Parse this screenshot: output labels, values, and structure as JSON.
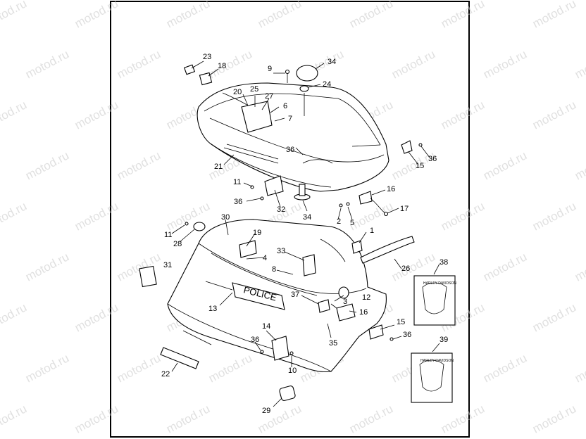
{
  "watermark": "motod.ru",
  "decal_text": "POLICE",
  "callouts": [
    "1",
    "2",
    "3",
    "4",
    "5",
    "6",
    "7",
    "8",
    "9",
    "10",
    "11",
    "11",
    "12",
    "13",
    "14",
    "15",
    "15",
    "16",
    "16",
    "17",
    "18",
    "19",
    "20",
    "21",
    "22",
    "23",
    "24",
    "25",
    "26",
    "27",
    "28",
    "29",
    "30",
    "31",
    "32",
    "33",
    "34",
    "34",
    "35",
    "36",
    "36",
    "36",
    "36",
    "36",
    "37",
    "38",
    "39"
  ],
  "kit_box_label": "HARLEY-DAVIDSON"
}
